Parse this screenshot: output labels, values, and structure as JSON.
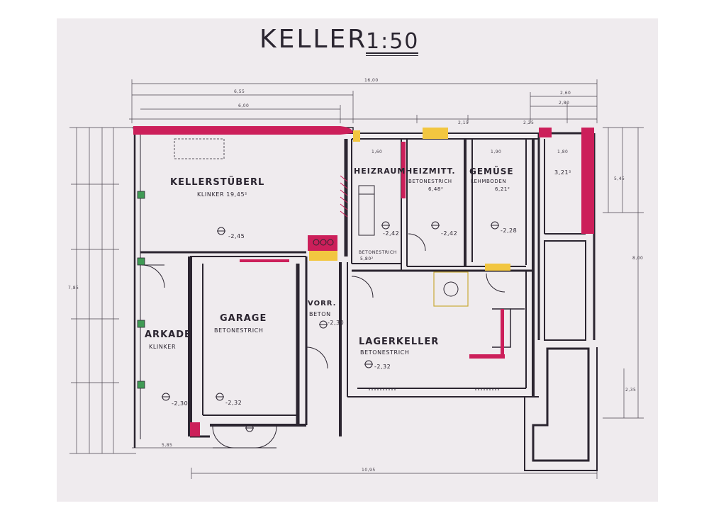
{
  "title": "KELLER",
  "scale": "1:50",
  "colors": {
    "paper": "#efebee",
    "wall": "#2b2530",
    "demolition": "#cc1f5a",
    "new_wall": "#f2c640",
    "window": "#3f9a54"
  },
  "rooms": {
    "kellerstuberl": {
      "name": "KELLERSTÜBERL",
      "floor": "KLINKER 19,45²",
      "level": "-2,45"
    },
    "heizraum": {
      "name": "HEIZRAUM"
    },
    "heizmitt": {
      "name": "HEIZMITT.",
      "floor": "BETONESTRICH",
      "area": "6,48²",
      "level": "-2,42"
    },
    "heizraum_level": "-2,42",
    "gemuse": {
      "name": "GEMÜSE",
      "floor": "LEHMBODEN",
      "area": "6,21²",
      "level": "-2,28"
    },
    "right_room": {
      "area": "3,21²"
    },
    "betonestrich_small": {
      "floor": "BETONESTRICH",
      "area": "5,80²"
    },
    "garage": {
      "name": "GARAGE",
      "floor": "BETONESTRICH",
      "level": "-2,32"
    },
    "vorr": {
      "name": "VORR.",
      "floor": "BETON",
      "level": "-2,30"
    },
    "arkade": {
      "name": "ARKADE",
      "floor": "KLINKER",
      "level": "-2,30"
    },
    "lagerkeller": {
      "name": "LAGERKELLER",
      "floor": "BETONESTRICH",
      "level": "-2,32"
    }
  },
  "dimensions": {
    "overall_top": "16,00",
    "top_left_a": "6,55",
    "top_left_b": "6,00",
    "top_right_a": "2,60",
    "top_right_b": "2,80",
    "room_heizraum_w": "1,60",
    "room_gemuse_w": "1,90",
    "right_room_w": "1,80",
    "heiz_mid": "2,15",
    "right_mid": "2,25",
    "bottom_left": "5,85",
    "bottom_overall": "10,95",
    "left_overall": "7,85",
    "right_overall": "5,45",
    "right_lower": "8,00",
    "right_small": "2,35"
  }
}
